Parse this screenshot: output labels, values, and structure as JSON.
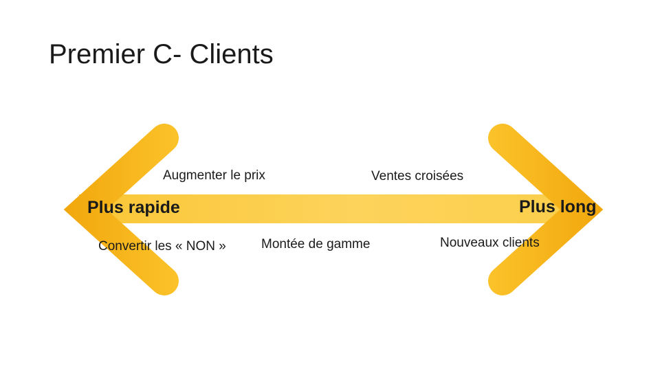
{
  "slide": {
    "title": "Premier C- Clients"
  },
  "arrow": {
    "left_end_label": "Plus rapide",
    "right_end_label": "Plus long",
    "labels_above": [
      {
        "text": "Augmenter le prix"
      },
      {
        "text": "Ventes croisées"
      }
    ],
    "labels_below": [
      {
        "text": "Convertir les « NON »"
      },
      {
        "text": "Montée de gamme"
      },
      {
        "text": "Nouveaux clients"
      }
    ],
    "colors": {
      "chevron_dark": "#F1A70C",
      "chevron_light": "#FCC32B",
      "bar_left": "#FBC636",
      "bar_mid": "#FDD35B",
      "bar_right": "#FCCF4B",
      "text": "#1A1A1A",
      "background": "#FFFFFF"
    }
  }
}
